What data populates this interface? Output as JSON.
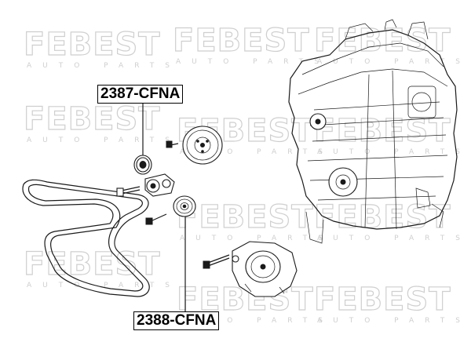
{
  "watermark": {
    "brand": "FEBEST",
    "sub": "AUTO PARTS"
  },
  "labels": {
    "part_top": "2387-CFNA",
    "part_bottom": "2388-CFNA"
  }
}
